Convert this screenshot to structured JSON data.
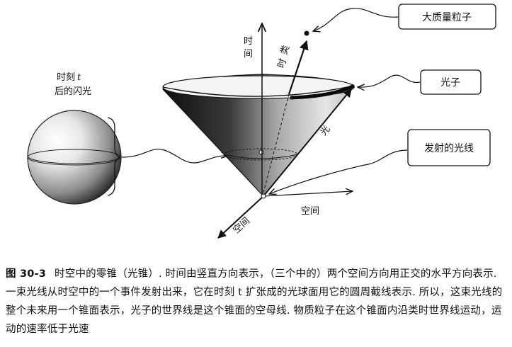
{
  "figure": {
    "labels": {
      "flash_line1": "时刻",
      "flash_t": "t",
      "flash_line2": "后的闪光",
      "time_axis": [
        "时",
        "间"
      ],
      "timelike": [
        "类",
        "时"
      ],
      "light_lbl": "光",
      "space_right": "空间",
      "space_left": "空间"
    },
    "callouts": {
      "massive_particle": "大质量粒子",
      "photon": "光子",
      "emitted_light": "发射的光线"
    }
  },
  "caption": {
    "number": "图 30-3",
    "text": "时空中的零锥（光锥）. 时间由竖直方向表示，（三个中的）两个空间方向用正交的水平方向表示. 一束光线从时空中的一个事件发射出来，它在时刻 t 扩张成的光球面用它的圆周截线表示. 所以，这束光线的整个未来用一个锥面表示，光子的世界线是这个锥面的空母线. 物质粒子在这个锥面内沿类时世界线运动，运动的速率低于光速"
  },
  "colors": {
    "ink": "#111111",
    "cone_dark": "#1a1a1a",
    "cone_light": "#d8d8d8"
  }
}
